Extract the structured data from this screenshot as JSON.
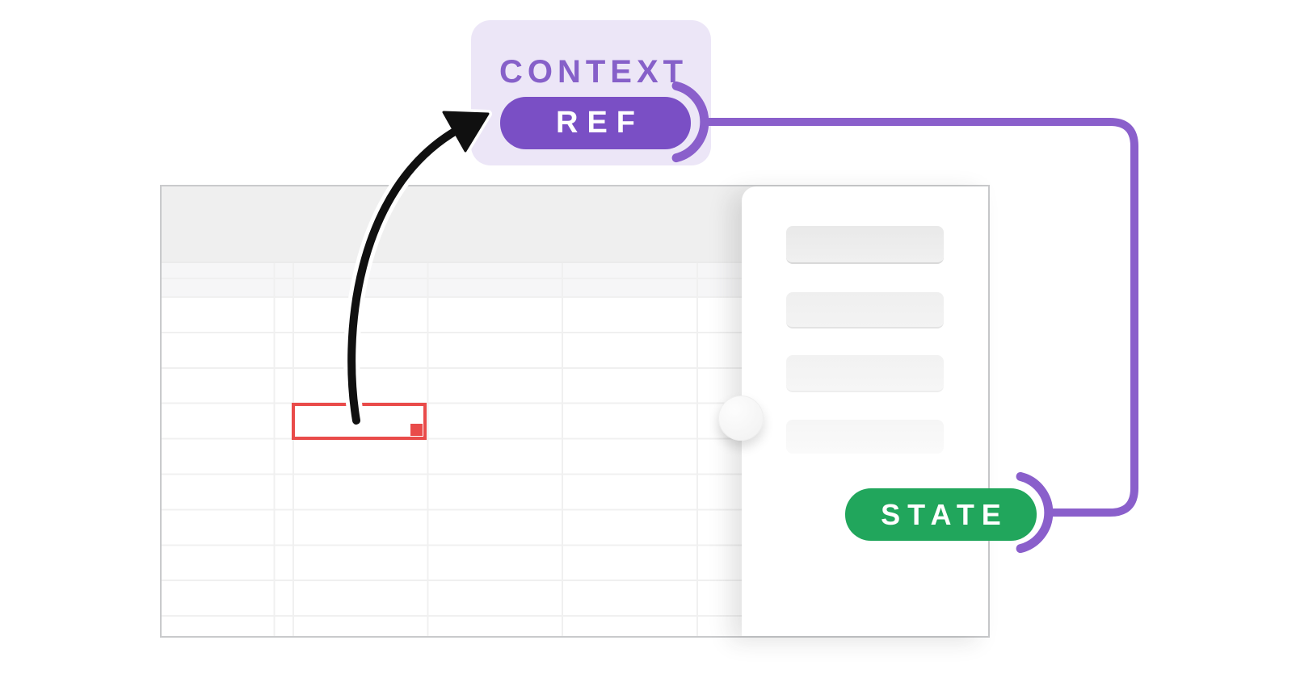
{
  "page": {
    "background": "#ffffff"
  },
  "context_group": {
    "label": "CONTEXT",
    "bg_color": "#ece6f7",
    "label_color": "#8660c9",
    "ref_badge": {
      "label": "REF",
      "color": "#7a4fc5",
      "text_color": "#ffffff"
    }
  },
  "state_badge": {
    "label": "STATE",
    "color": "#21a65c",
    "text_color": "#ffffff"
  },
  "connector": {
    "color": "#8a5fcb",
    "style": "rounded elbow with parenthesis hooks at REF and STATE"
  },
  "arrow": {
    "color": "#101010",
    "from": "selected spreadsheet cell",
    "to": "REF badge"
  },
  "spreadsheet": {
    "border_color": "#c9cacc",
    "header_fill": "#efefef",
    "subheader_fill": "#f6f6f7",
    "grid_line_color": "#f0f0f0",
    "selected_cell": {
      "border_color": "#e94b4a",
      "has_fill_handle": true
    }
  },
  "panel": {
    "background": "#ffffff",
    "placeholder_bar_count": 4,
    "handle": "circular drag handle on left edge"
  }
}
